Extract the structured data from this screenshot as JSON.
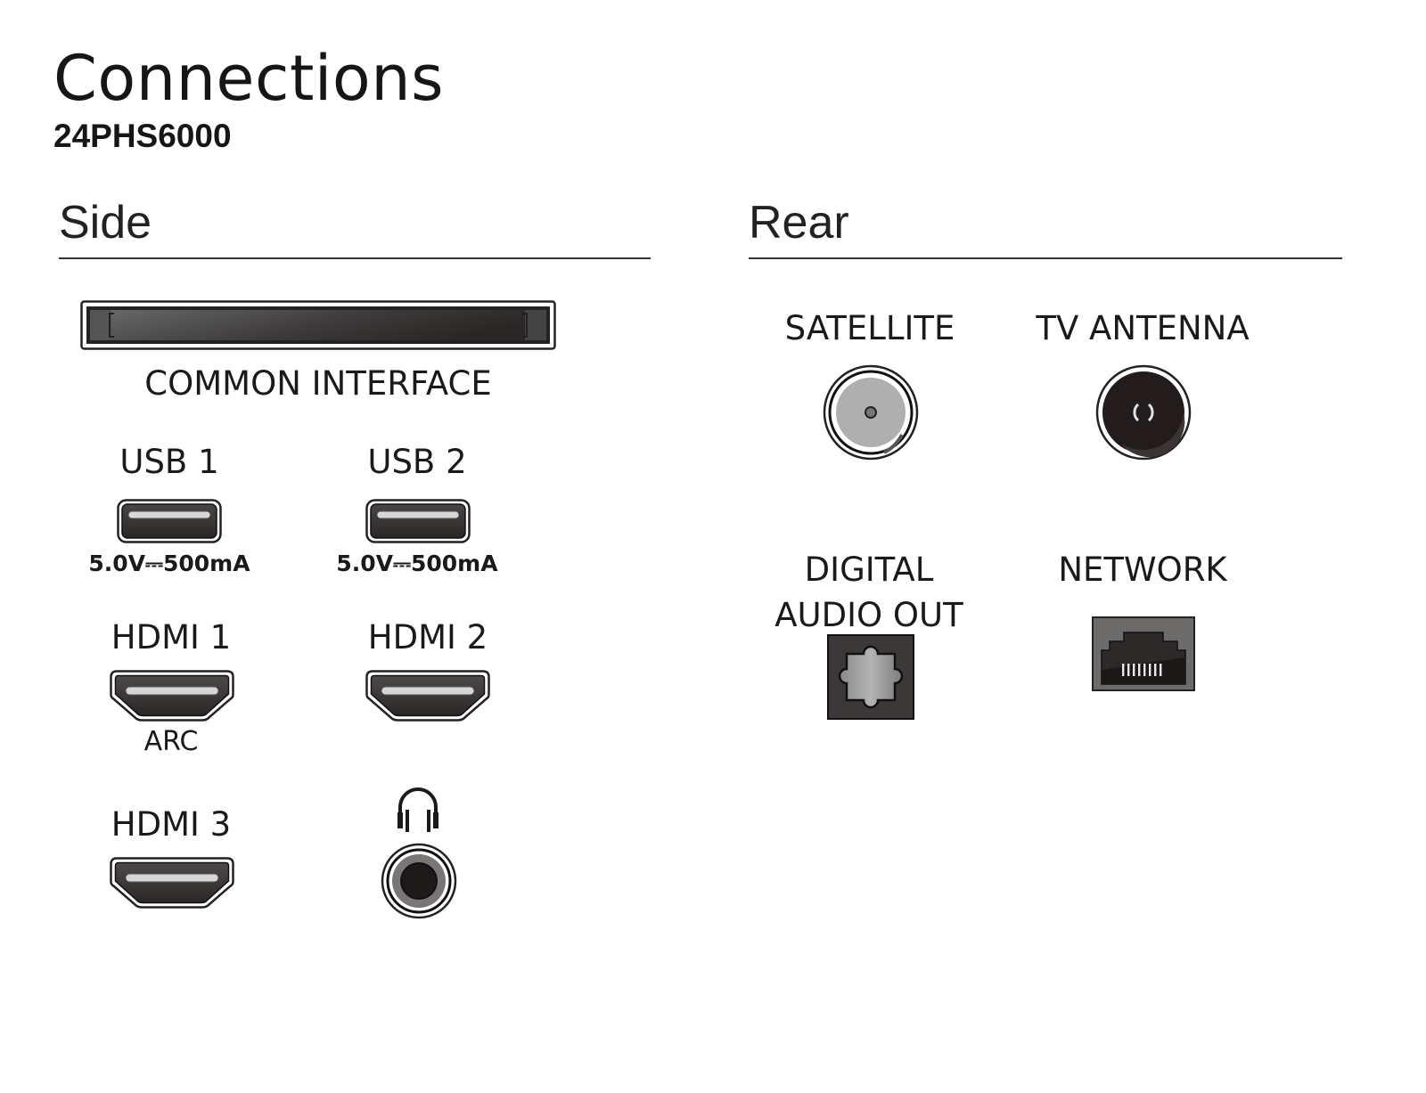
{
  "header": {
    "title": "Connections",
    "model": "24PHS6000"
  },
  "sections": {
    "side": {
      "label": "Side",
      "common_interface": {
        "label": "COMMON INTERFACE",
        "icon": "ci-slot-icon"
      },
      "usb": [
        {
          "label": "USB 1",
          "spec": "5.0V⎓500mA",
          "icon": "usb-port-icon"
        },
        {
          "label": "USB 2",
          "spec": "5.0V⎓500mA",
          "icon": "usb-port-icon"
        }
      ],
      "hdmi": [
        {
          "label": "HDMI 1",
          "sub": "ARC",
          "icon": "hdmi-port-icon"
        },
        {
          "label": "HDMI 2",
          "sub": "",
          "icon": "hdmi-port-icon"
        },
        {
          "label": "HDMI 3",
          "sub": "",
          "icon": "hdmi-port-icon"
        }
      ],
      "headphone": {
        "icon": "headphones-icon",
        "jack_icon": "audio-jack-icon"
      }
    },
    "rear": {
      "label": "Rear",
      "ports": [
        {
          "label": "SATELLITE",
          "icon": "satellite-connector-icon"
        },
        {
          "label": "TV ANTENNA",
          "icon": "antenna-connector-icon"
        },
        {
          "label_line1": "DIGITAL",
          "label_line2": "AUDIO OUT",
          "icon": "optical-port-icon"
        },
        {
          "label": "NETWORK",
          "icon": "ethernet-port-icon"
        }
      ]
    }
  }
}
